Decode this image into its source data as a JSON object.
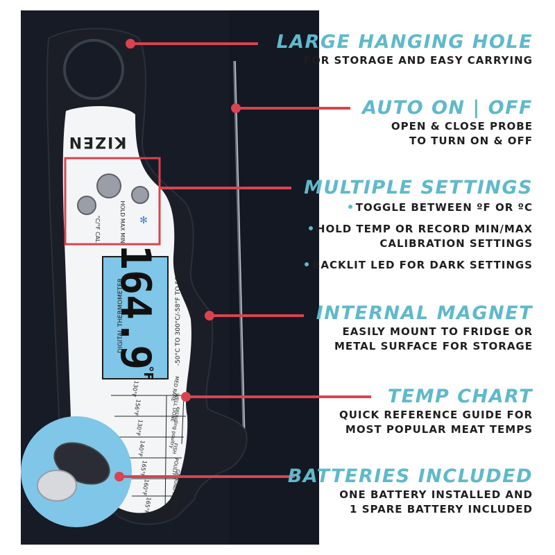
{
  "device": {
    "brand": "KIZEN",
    "display_value": "164.9",
    "display_unit": "°F",
    "side_label": "DIGITAL THERMOMETER",
    "range_label": "-50°C TO 300°C/-58°F TO 572°F",
    "button_labels": [
      "°C/°F CAL",
      "HOLD MAX MIN"
    ],
    "chart_rows": [
      {
        "meat": "BEEF / LAMB PORK / VEAL",
        "temp": "165°F"
      },
      {
        "meat": "GROUND MEAT",
        "temp": "160°F"
      },
      {
        "meat": "POULTRY",
        "temp": "165°F"
      },
      {
        "meat": "FISH",
        "temp": "140°F"
      },
      {
        "meat": "excluding poultry",
        "temp": "130°F"
      },
      {
        "meat": "WELL DONE",
        "temp": "156°F"
      },
      {
        "meat": "MED RARE",
        "temp": "130°F"
      }
    ]
  },
  "features": [
    {
      "title": "LARGE HANGING HOLE",
      "lines": [
        "FOR STORAGE AND EASY CARRYING"
      ]
    },
    {
      "title": "AUTO ON | OFF",
      "lines": [
        "OPEN & CLOSE PROBE",
        "TO TURN ON & OFF"
      ]
    },
    {
      "title": "MULTIPLE SETTINGS",
      "bullets": [
        "TOGGLE BETWEEN ºF OR ºC",
        "HOLD TEMP OR RECORD MIN/MAX",
        "BACKLIT LED FOR DARK SETTINGS"
      ],
      "extra": "CALIBRATION SETTINGS"
    },
    {
      "title": "INTERNAL MAGNET",
      "lines": [
        "EASILY MOUNT TO FRIDGE OR",
        "METAL SURFACE FOR STORAGE"
      ]
    },
    {
      "title": "TEMP CHART",
      "lines": [
        "QUICK REFERENCE GUIDE FOR",
        "MOST POPULAR MEAT TEMPS"
      ]
    },
    {
      "title": "BATTERIES INCLUDED",
      "lines": [
        "ONE BATTERY INSTALLED AND",
        "1 SPARE BATTERY INCLUDED"
      ]
    }
  ],
  "colors": {
    "accent": "#5fb9cb",
    "callout": "#d9434f",
    "text": "#1e1e1e",
    "lcd": "#7fc6e8"
  }
}
